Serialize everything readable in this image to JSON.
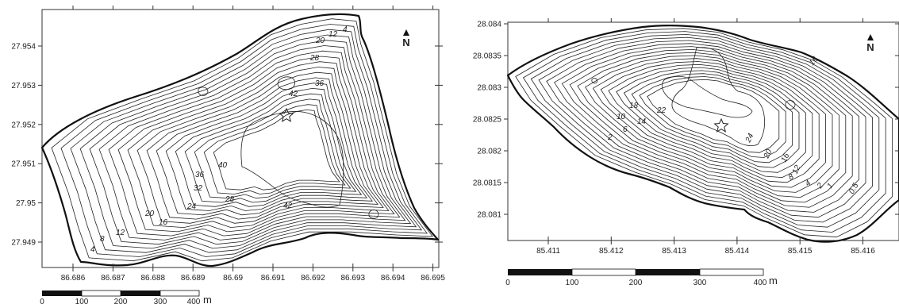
{
  "maps": [
    {
      "id": "left",
      "x_ticks": [
        "86.686",
        "86.687",
        "86.688",
        "86.689",
        "86.69",
        "86.691",
        "86.692",
        "86.693",
        "86.694",
        "86.695"
      ],
      "y_ticks": [
        "27.954",
        "27.953",
        "27.952",
        "27.951",
        "27.95",
        "27.949"
      ],
      "contour_labels": [
        "4",
        "12",
        "20",
        "28",
        "36",
        "42",
        "40",
        "36",
        "32",
        "28",
        "24",
        "20",
        "16",
        "12",
        "8",
        "4",
        "42"
      ],
      "north_label": "N",
      "scale": {
        "labels": [
          "0",
          "100",
          "200",
          "300",
          "400"
        ],
        "unit": "m"
      }
    },
    {
      "id": "right",
      "x_ticks": [
        "85.411",
        "85.412",
        "85.413",
        "85.414",
        "85.415",
        "85.416"
      ],
      "y_ticks": [
        "28.084",
        "28.0835",
        "28.083",
        "28.0825",
        "28.082",
        "28.0815",
        "28.081"
      ],
      "contour_labels": [
        "16",
        "18",
        "22",
        "10",
        "14",
        "6",
        "2",
        "24",
        "20",
        "16",
        "12",
        "8",
        "4",
        "2",
        "1",
        "0.5"
      ],
      "north_label": "N",
      "scale": {
        "labels": [
          "0",
          "100",
          "200",
          "300",
          "400"
        ],
        "unit": "m"
      }
    }
  ]
}
